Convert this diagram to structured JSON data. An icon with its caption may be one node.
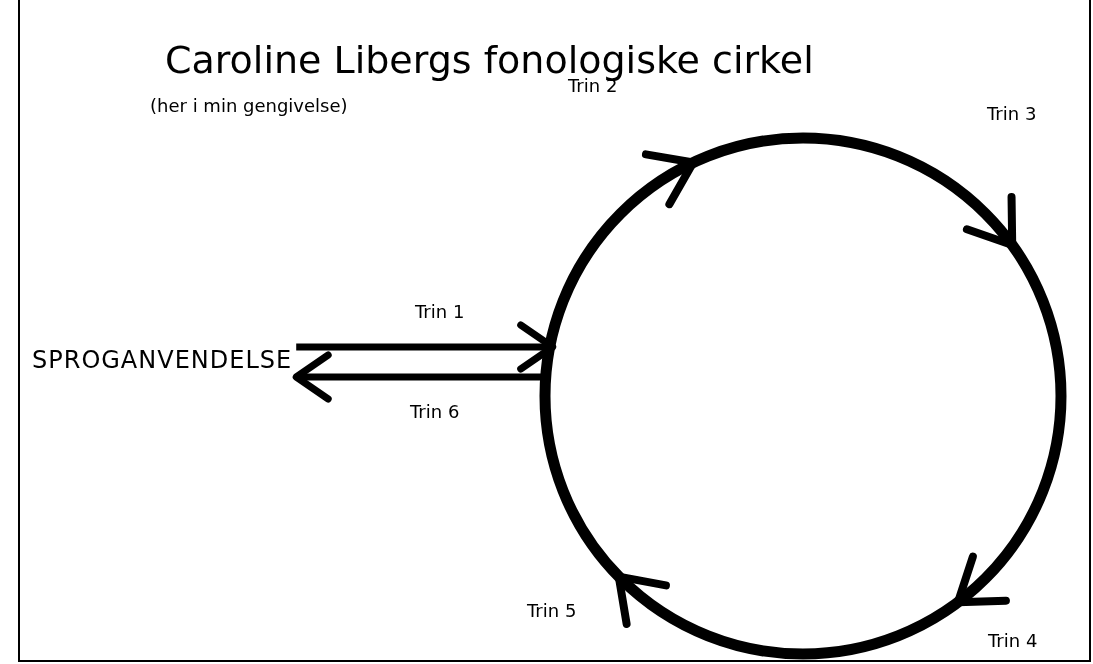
{
  "diagram": {
    "title": "Caroline Libergs fonologiske cirkel",
    "nodes": [
      {
        "text": [
          "SPROGANVENDELSE"
        ]
      },
      {
        "text": [],
        "shape": "circle"
      }
    ],
    "edges": [
      {
        "from": 0,
        "to": 1,
        "arrow": "to",
        "label": "Trin 1"
      },
      {
        "from": 1,
        "to": 0,
        "arrow": "to",
        "label": "Trin 6"
      }
    ],
    "labels": [
      "(her i min gengivelse)",
      "Trin 2",
      "Trin 3",
      "Trin 5",
      "Trin 4"
    ]
  }
}
